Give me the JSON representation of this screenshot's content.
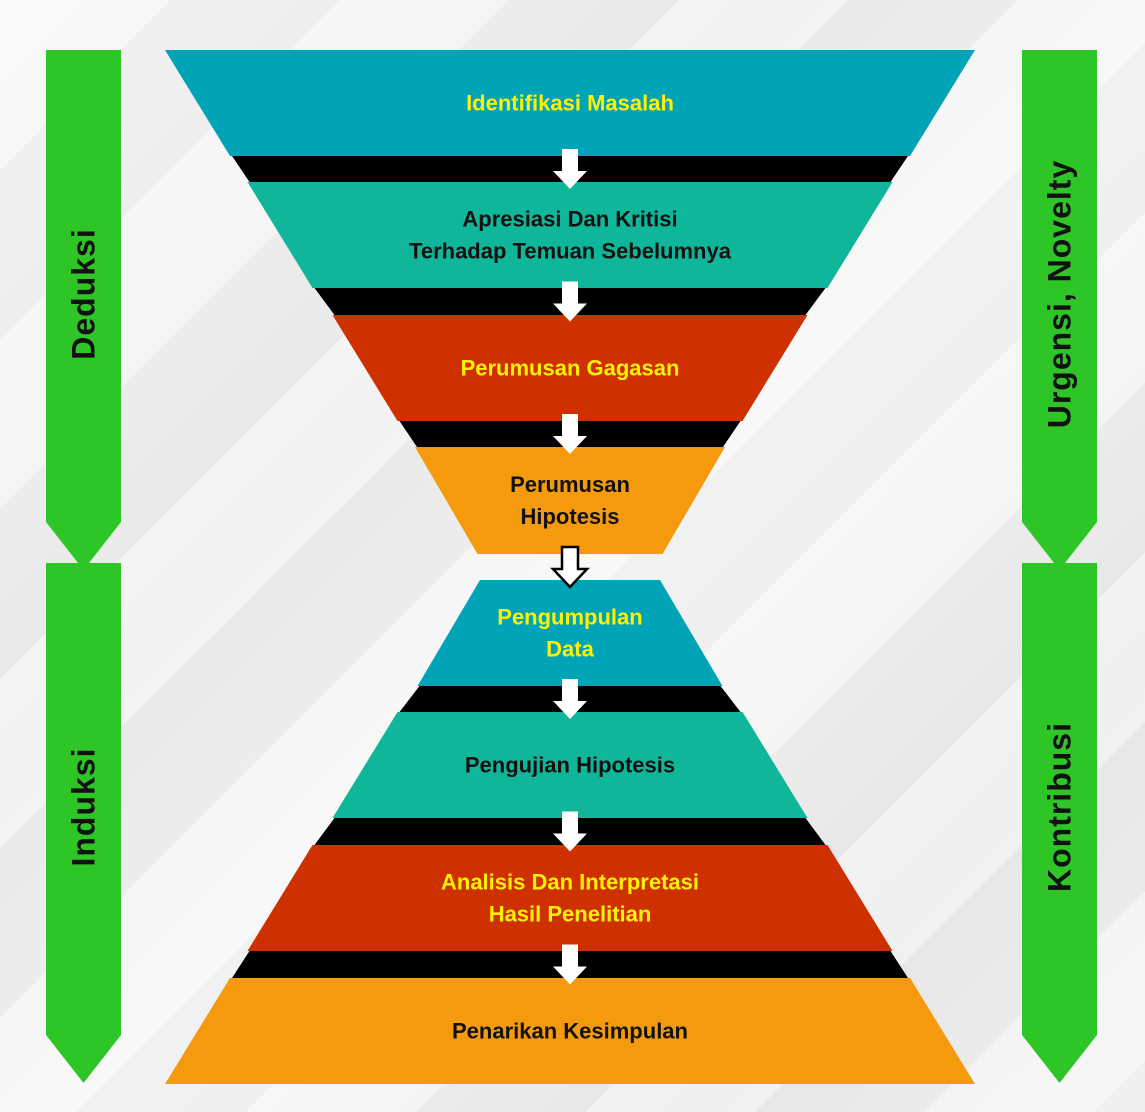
{
  "stages": [
    {
      "lines": [
        "Identifikasi Masalah"
      ],
      "fill": "#01a4b6",
      "text_color": "#fff200"
    },
    {
      "lines": [
        "Apresiasi Dan Kritisi",
        "Terhadap Temuan Sebelumnya"
      ],
      "fill": "#10b69a",
      "text_color": "#111111"
    },
    {
      "lines": [
        "Perumusan Gagasan"
      ],
      "fill": "#cf3000",
      "text_color": "#fff200"
    },
    {
      "lines": [
        "Perumusan",
        "Hipotesis"
      ],
      "fill": "#f49a0c",
      "text_color": "#111111"
    },
    {
      "lines": [
        "Pengumpulan",
        "Data"
      ],
      "fill": "#01a4b6",
      "text_color": "#fff200"
    },
    {
      "lines": [
        "Pengujian Hipotesis"
      ],
      "fill": "#10b69a",
      "text_color": "#111111"
    },
    {
      "lines": [
        "Analisis Dan Interpretasi",
        "Hasil Penelitian"
      ],
      "fill": "#cf3000",
      "text_color": "#fff200"
    },
    {
      "lines": [
        "Penarikan Kesimpulan"
      ],
      "fill": "#f49a0c",
      "text_color": "#111111"
    }
  ],
  "left_arrows": [
    {
      "label": "Deduksi"
    },
    {
      "label": "Induksi"
    }
  ],
  "right_arrows": [
    {
      "label": "Urgensi, Novelty"
    },
    {
      "label": "Kontribusi"
    }
  ],
  "colors": {
    "arrow_green": "#2ec527",
    "connector": "#000000",
    "flow_arrow": "#ffffff"
  }
}
